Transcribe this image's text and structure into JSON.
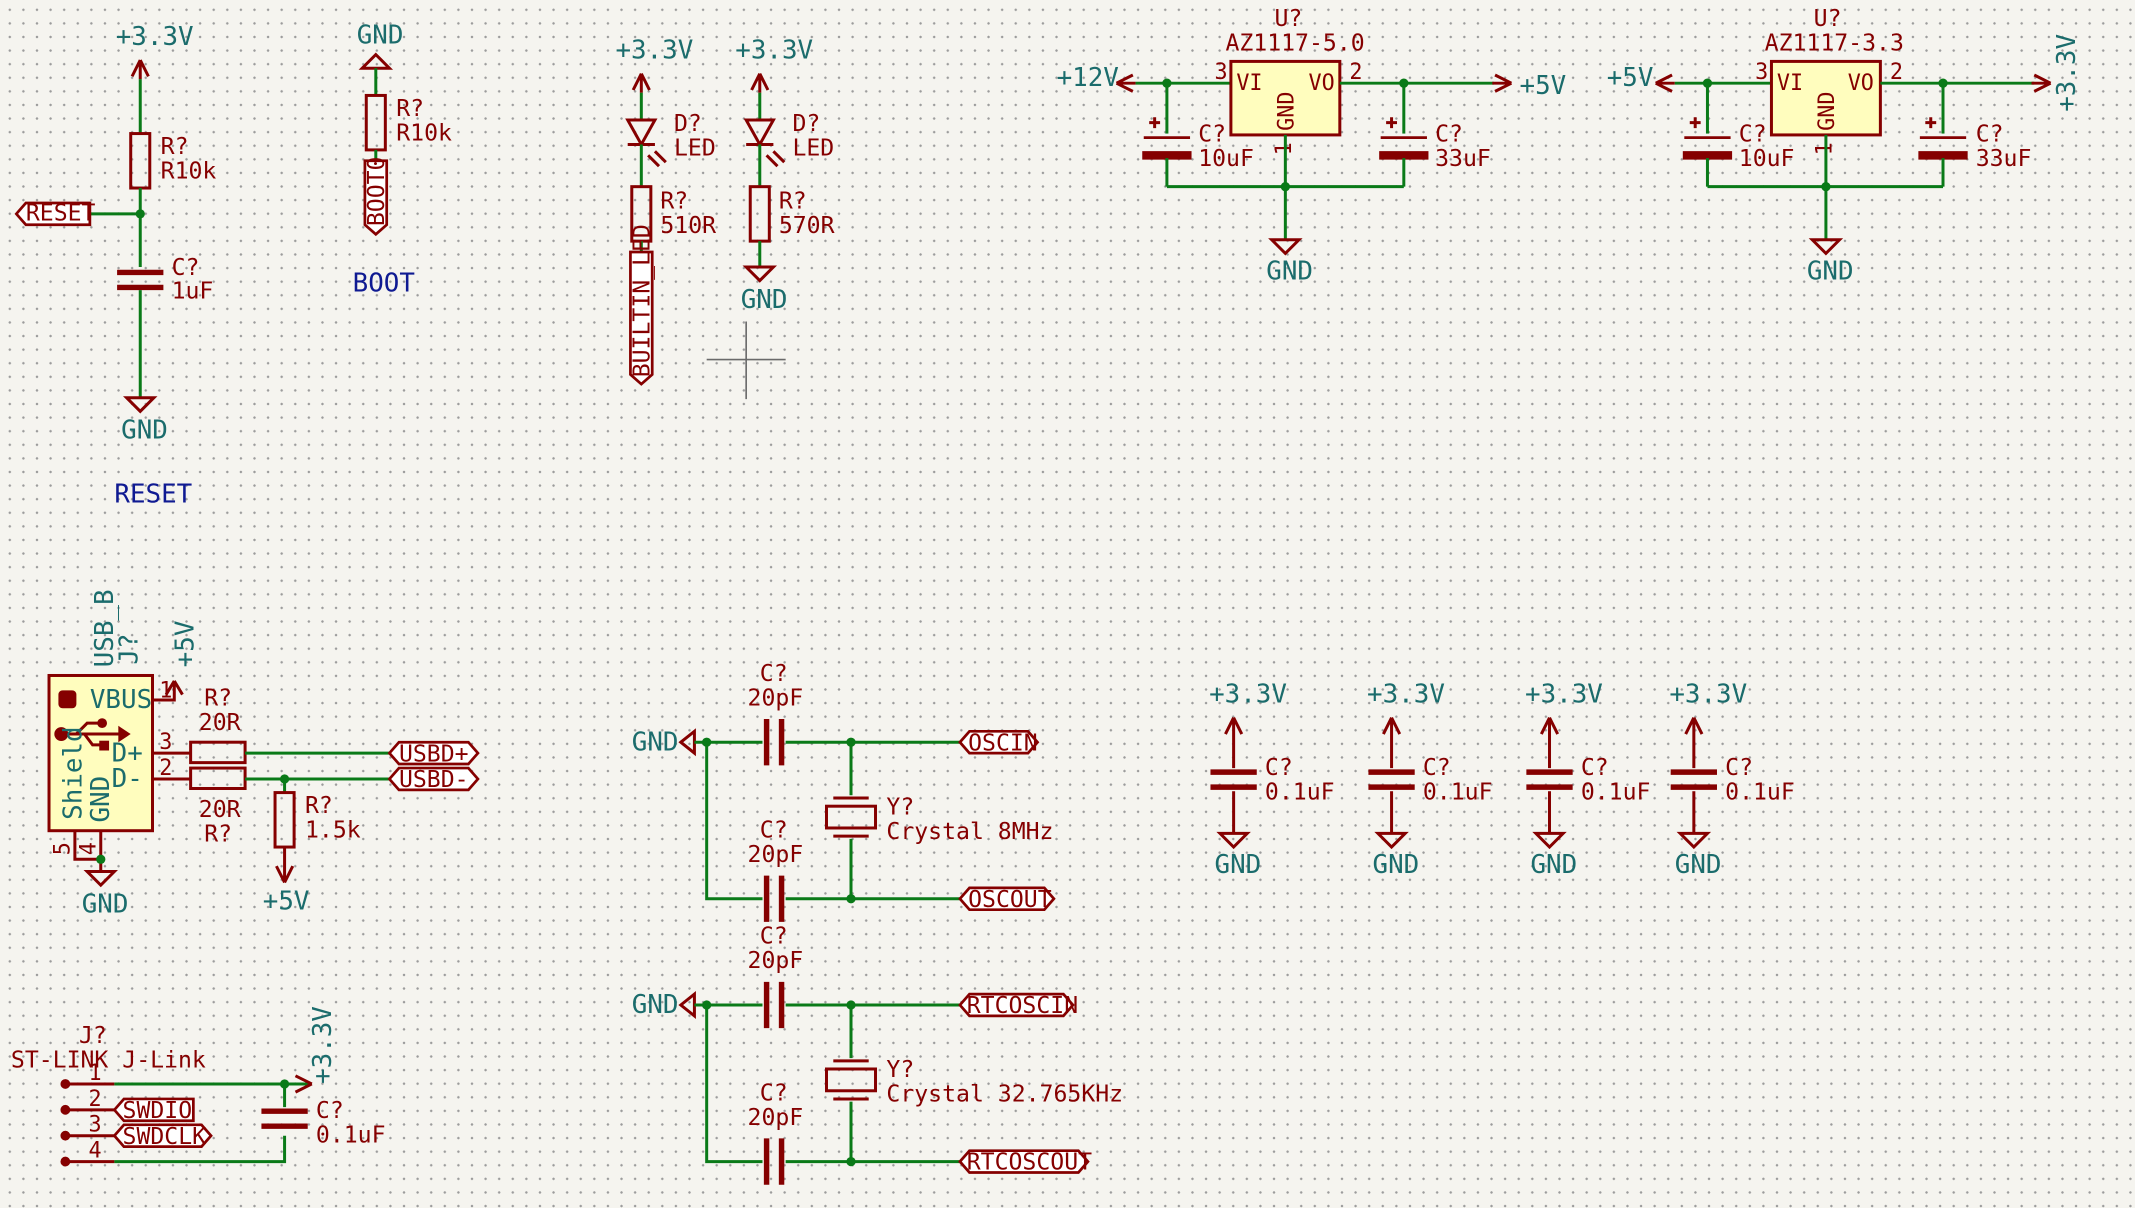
{
  "rails": {
    "v33": "+3.3V",
    "v5": "+5V",
    "v12": "+12V",
    "gnd": "GND"
  },
  "notes": {
    "reset": "RESET",
    "boot": "BOOT"
  },
  "refs": {
    "resistor": "R?",
    "capacitor": "C?",
    "diode": "D?",
    "regulator": "U?",
    "crystal": "Y?",
    "connector_jq": "J?",
    "connector_j7": "J?"
  },
  "values": {
    "r10k": "R10k",
    "c1uf": "1uF",
    "led": "LED",
    "r510": "510R",
    "r570": "570R",
    "reg5": "AZ1117-5.0",
    "reg33": "AZ1117-3.3",
    "c10uf": "10uF",
    "c33uf": "33uF",
    "usb_b": "USB_B",
    "r20": "20R",
    "r15k": "1.5k",
    "c20pf": "20pF",
    "xtal8": "Crystal 8MHz",
    "xtal32": "Crystal 32.765KHz",
    "c01uf": "0.1uF",
    "stlink": "ST-LINK J-Link"
  },
  "pins": {
    "vi": "VI",
    "vo": "VO",
    "gnd": "GND",
    "vbus": "VBUS",
    "dplus": "D+",
    "dminus": "D-",
    "shield": "Shield",
    "n1": "1",
    "n2": "2",
    "n3": "3",
    "n4": "4",
    "n5": "5"
  },
  "net_labels": {
    "reset": "RESET",
    "boot0": "BOOT0",
    "builtin_led": "BUILTIN_LED",
    "usbd_plus": "USBD+",
    "usbd_minus": "USBD-",
    "oscin": "OSCIN",
    "oscout": "OSCOUT",
    "rtcoscin": "RTCOSCIN",
    "rtcoscout": "RTCOSCOUT",
    "swdio": "SWDIO",
    "swdclk": "SWDCLK"
  }
}
